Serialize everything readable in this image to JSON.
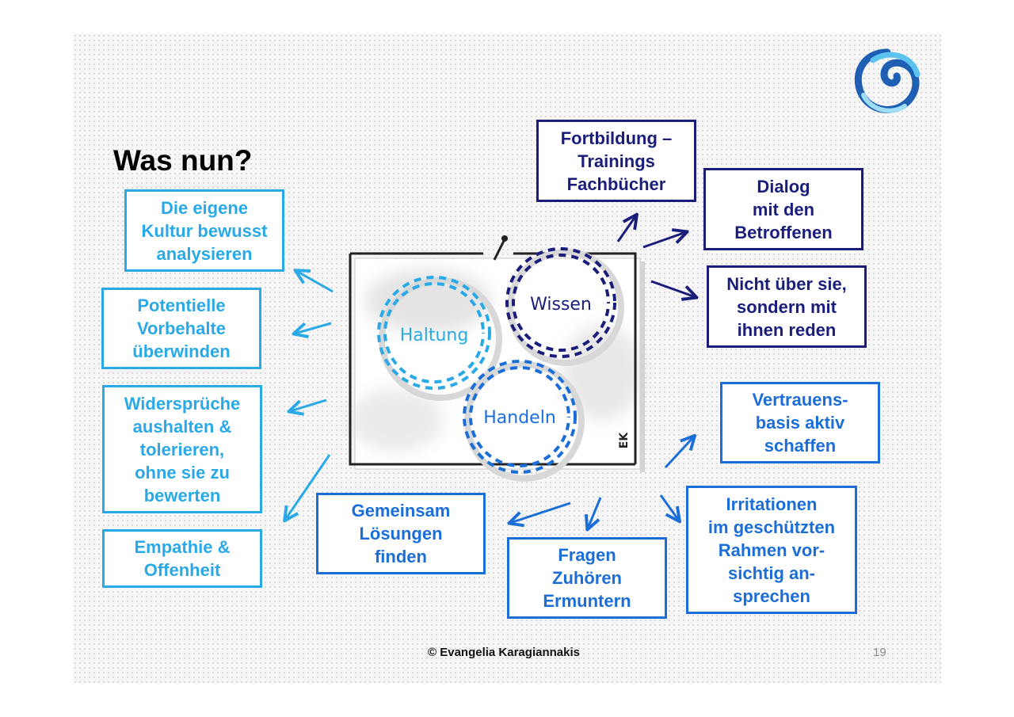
{
  "title": "Was nun?",
  "boxes": {
    "kultur": "Die eigene\nKultur bewusst\nanalysieren",
    "vorbehalte": "Potentielle\nVorbehalte\nüberwinden",
    "widersprueche": "Widersprüche\naushalten &\ntolerieren,\nohne sie zu\nbewerten",
    "empathie": "Empathie &\nOffenheit",
    "fortbildung": "Fortbildung –\nTrainings\nFachbücher",
    "dialog": "Dialog\nmit den\nBetroffenen",
    "nicht_ueber": "Nicht über sie,\nsondern mit\nihnen reden",
    "vertrauen": "Vertrauens-\nbasis aktiv\nschaffen",
    "irritationen": "Irritationen\nim geschützten\nRahmen vor-\nsichtig an-\nsprechen",
    "gemeinsam": "Gemeinsam\nLösungen\nfinden",
    "fragen": "Fragen\nZuhören\nErmuntern"
  },
  "gears": {
    "haltung": "Haltung",
    "wissen": "Wissen",
    "handeln": "Handeln"
  },
  "signature": "EK",
  "footer": "© Evangelia Karagiannakis",
  "page_number": "19",
  "colors": {
    "light_blue": "#29a9e6",
    "mid_blue": "#1b6ed8",
    "navy": "#1a1d7a"
  },
  "icons": {
    "logo": "spiral-logo-icon"
  }
}
